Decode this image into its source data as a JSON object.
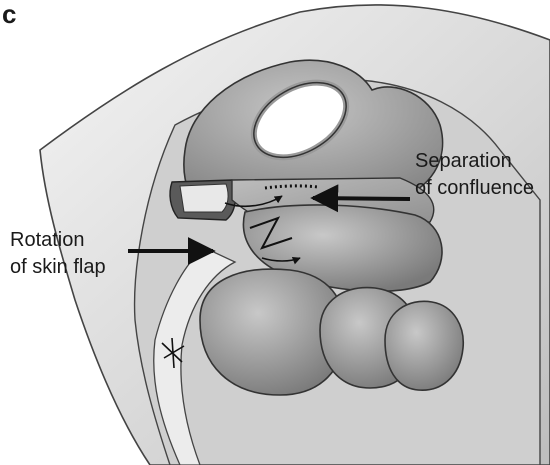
{
  "figure": {
    "panel_letter": "c",
    "labels": {
      "separation": {
        "line1": "Separation",
        "line2": "of confluence"
      },
      "rotation": {
        "line1": "Rotation",
        "line2": "of skin flap"
      }
    }
  },
  "colors": {
    "tissue_light": "#d9d9d9",
    "tissue_mid": "#b3b3b3",
    "tissue_dark": "#7f7f7f",
    "outline": "#3a3a3a",
    "arrow": "#111111"
  }
}
